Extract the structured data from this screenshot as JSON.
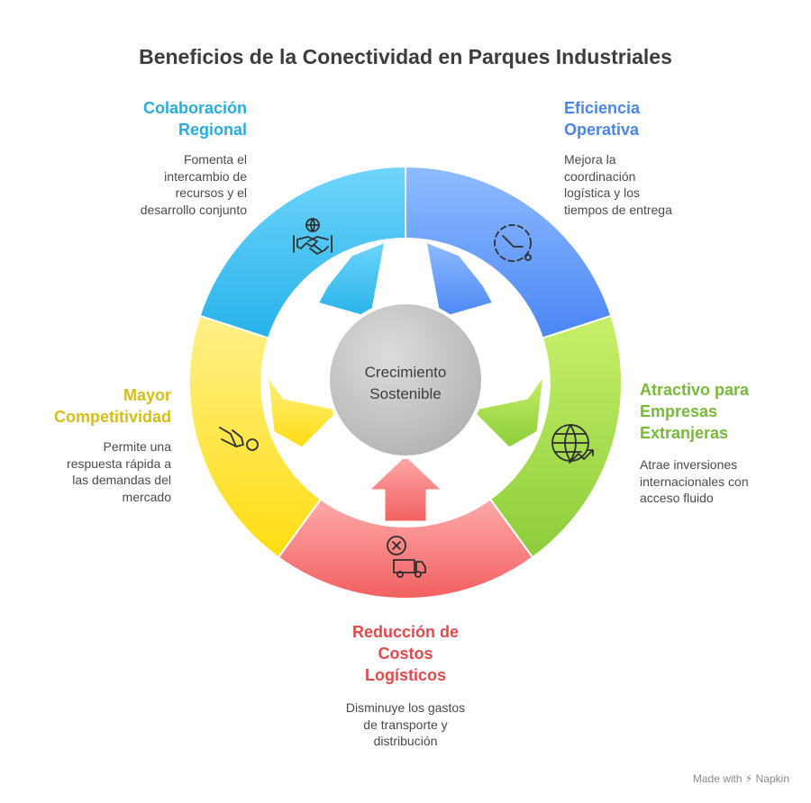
{
  "title": "Beneficios de la Conectividad en Parques Industriales",
  "hub": {
    "label": "Crecimiento\nSostenible"
  },
  "segments": [
    {
      "id": "collab",
      "title": "Colaboración\nRegional",
      "description": "Fomenta el\nintercambio de\nrecursos y el\ndesarrollo conjunto",
      "color": "#2eb8e6",
      "icon": "handshake-globe-icon"
    },
    {
      "id": "efficiency",
      "title": "Eficiencia\nOperativa",
      "description": "Mejora la\ncoordinación\nlogística y los\ntiempos de entrega",
      "color": "#4d8ff0",
      "icon": "clock-icon"
    },
    {
      "id": "attractive",
      "title": "Atractivo para\nEmpresas\nExtranjeras",
      "description": "Atrae inversiones\ninternacionales con\nacceso fluido",
      "color": "#7fc23a",
      "icon": "globe-growth-icon"
    },
    {
      "id": "costs",
      "title": "Reducción de\nCostos\nLogísticos",
      "description": "Disminuye los gastos\nde transporte y\ndistribución",
      "color": "#e34b4b",
      "icon": "truck-cancel-icon"
    },
    {
      "id": "competitiveness",
      "title": "Mayor\nCompetitividad",
      "description": "Permite una\nrespuesta rápida a\nlas demandas del\nmercado",
      "color": "#d9c21a",
      "icon": "runner-icon"
    }
  ],
  "footer": "Made with ⚡ Napkin"
}
